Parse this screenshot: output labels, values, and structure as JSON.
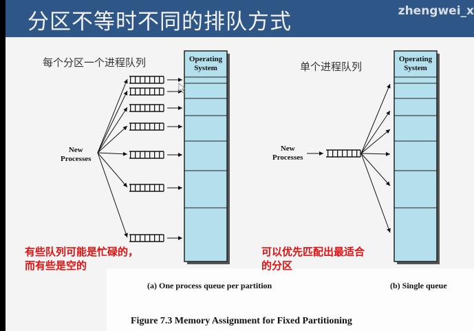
{
  "slide": {
    "title": "分区不等时不同的排队方式",
    "author": "zhengwei_x"
  },
  "left_panel": {
    "heading": "每个分区一个进程队列",
    "new_processes": [
      "New",
      "Processes"
    ],
    "os_label": [
      "Operating",
      "System"
    ],
    "note": [
      "有些队列可能是忙碌的，",
      "而有些是空的"
    ],
    "caption": "(a) One process queue per partition"
  },
  "right_panel": {
    "heading": "单个进程队列",
    "new_processes": [
      "New",
      "Processes"
    ],
    "os_label": [
      "Operating",
      "System"
    ],
    "note": [
      "可以优先匹配出最适合",
      "的分区"
    ],
    "caption": "(b) Single queue"
  },
  "figure_caption": "Figure 7.3    Memory Assignment for Fixed Partitioning",
  "colors": {
    "title_bar": "#2e5686",
    "memory_fill": "#b3e0ec",
    "note": "#e01010"
  }
}
